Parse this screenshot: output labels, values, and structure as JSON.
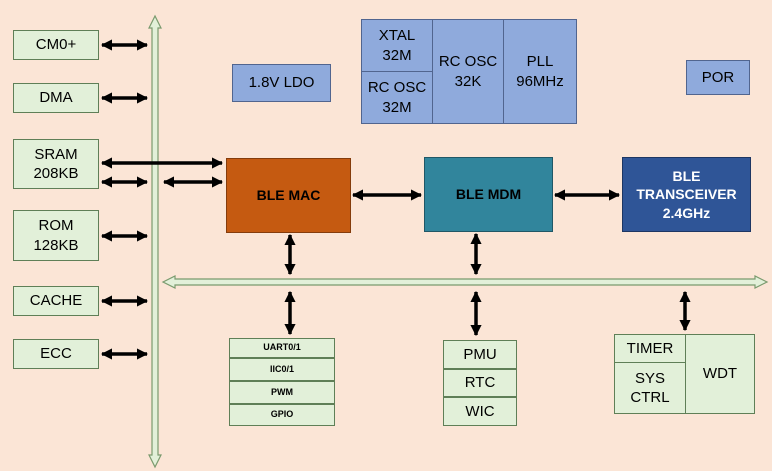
{
  "cpu_side": [
    {
      "id": "cm0",
      "label": "CM0+"
    },
    {
      "id": "dma",
      "label": "DMA"
    },
    {
      "id": "sram",
      "label": "SRAM\n208KB"
    },
    {
      "id": "rom",
      "label": "ROM\n128KB"
    },
    {
      "id": "cache",
      "label": "CACHE"
    },
    {
      "id": "ecc",
      "label": "ECC"
    }
  ],
  "clocks": {
    "xtal": "XTAL\n32M",
    "rc32m": "RC OSC\n32M",
    "rc32k": "RC OSC\n32K",
    "pll": "PLL\n96MHz"
  },
  "ldo": "1.8V LDO",
  "por": "POR",
  "radio": {
    "mac": "BLE MAC",
    "mdm": "BLE MDM",
    "transceiver": "BLE\nTRANSCEIVER\n2.4GHz"
  },
  "peripherals": {
    "serial": [
      "UART0/1",
      "IIC0/1",
      "PWM",
      "GPIO"
    ],
    "power": [
      "PMU",
      "RTC",
      "WIC"
    ],
    "timer": "TIMER",
    "sysctrl": "SYS\nCTRL",
    "wdt": "WDT"
  },
  "colors": {
    "background": "#fbe5d6",
    "bus": "#e2f0d9",
    "mac": "#c55a11",
    "mdm": "#31859c",
    "transceiver": "#2f5597",
    "clock": "#8faadc"
  }
}
